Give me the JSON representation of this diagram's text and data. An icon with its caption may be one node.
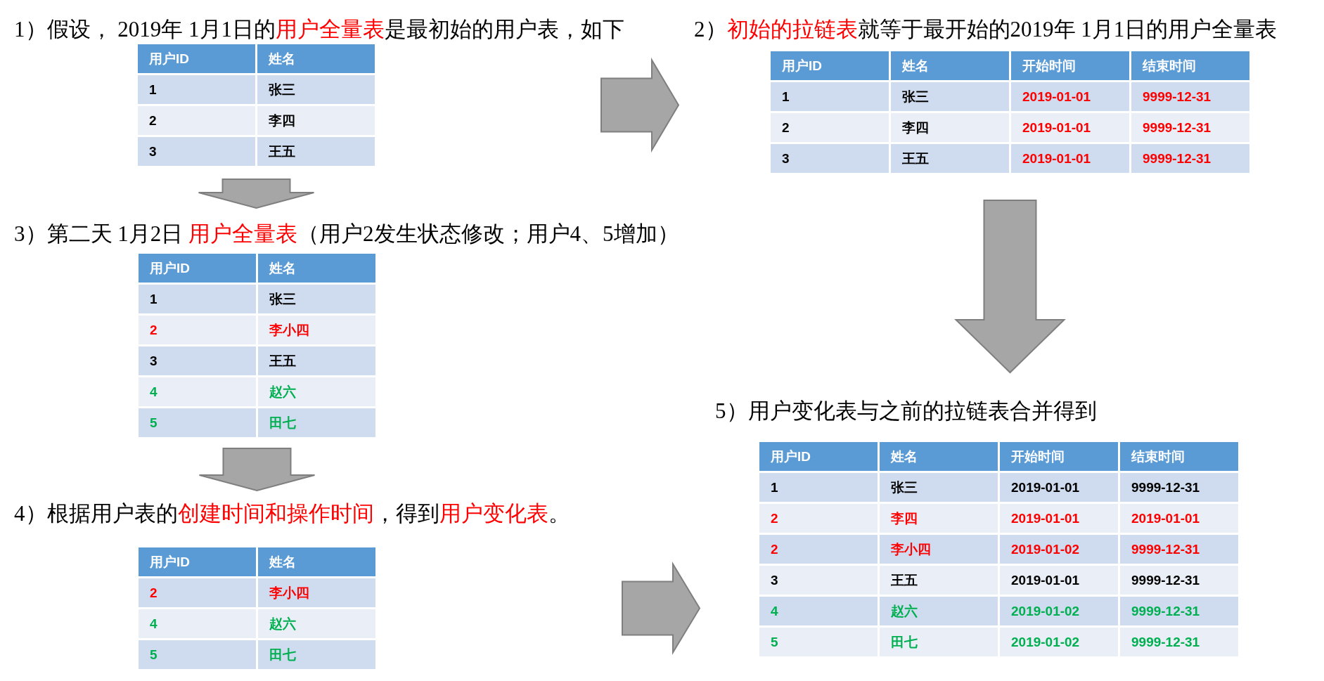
{
  "diagram": {
    "nodes": [
      {
        "text": [
          "1）假设， 2019年 1月1日的用户全量表是最初始的用户表，如下",
          "用户ID",
          "姓名",
          "1",
          "张三",
          "2",
          "李四",
          "3",
          "王五"
        ]
      },
      {
        "text": [
          "2）初始的拉链表就等于最开始的2019年 1月1日的用户全量表",
          "用户ID",
          "姓名",
          "开始时间",
          "结束时间",
          "1",
          "张三",
          "2019-01-01",
          "9999-12-31",
          "2",
          "李四",
          "2019-01-01",
          "9999-12-31",
          "3",
          "王五",
          "2019-01-01",
          "9999-12-31"
        ]
      },
      {
        "text": [
          "3）第二天 1月2日 用户全量表（用户2发生状态修改；用户4、5增加）",
          "用户ID",
          "姓名",
          "1",
          "张三",
          "2",
          "李小四",
          "3",
          "王五",
          "4",
          "赵六",
          "5",
          "田七"
        ]
      },
      {
        "text": [
          "4）根据用户表的创建时间和操作时间，得到用户变化表。",
          "用户ID",
          "姓名",
          "2",
          "李小四",
          "4",
          "赵六",
          "5",
          "田七"
        ]
      },
      {
        "text": [
          "5）用户变化表与之前的拉链表合并得到",
          "用户ID",
          "姓名",
          "开始时间",
          "结束时间",
          "1",
          "张三",
          "2019-01-01",
          "9999-12-31",
          "2",
          "李四",
          "2019-01-01",
          "2019-01-01",
          "2",
          "李小四",
          "2019-01-02",
          "9999-12-31",
          "3",
          "王五",
          "2019-01-01",
          "9999-12-31",
          "4",
          "赵六",
          "2019-01-02",
          "9999-12-31",
          "5",
          "田七",
          "2019-01-02",
          "9999-12-31"
        ]
      }
    ],
    "edges": [
      {
        "from": 0,
        "to": 1,
        "arrow": "to"
      },
      {
        "from": 0,
        "to": 2,
        "arrow": "to"
      },
      {
        "from": 2,
        "to": 3,
        "arrow": "to"
      },
      {
        "from": 1,
        "to": 4,
        "arrow": "to"
      },
      {
        "from": 3,
        "to": 4,
        "arrow": "to"
      }
    ]
  }
}
